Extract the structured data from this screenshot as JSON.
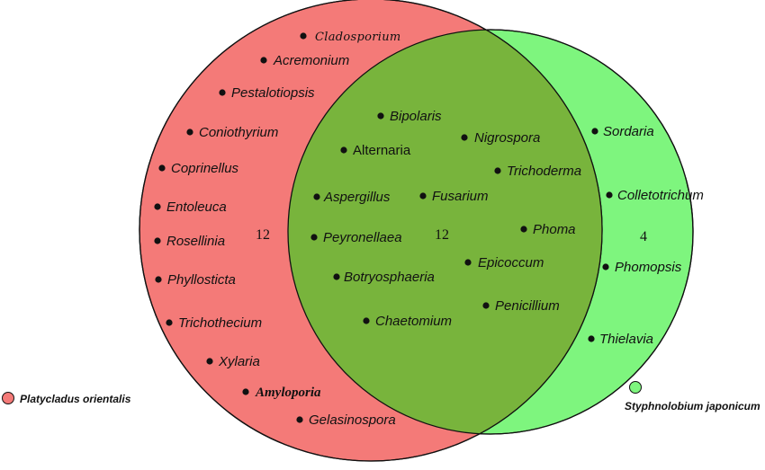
{
  "sets": {
    "left": {
      "name": "Platycladus orientalis",
      "color": "#f47a78",
      "count": "12",
      "genera": [
        "Cladosporium",
        "Acremonium",
        "Pestalotiopsis",
        "Coniothyrium",
        "Coprinellus",
        "Entoleuca",
        "Rosellinia",
        "Phyllosticta",
        "Trichothecium",
        "Xylaria",
        "Amyloporia",
        "Gelasinospora"
      ]
    },
    "right": {
      "name": "Styphnolobium japonicum",
      "color": "#7ef57e",
      "count": "4",
      "genera": [
        "Sordaria",
        "Colletotrichum",
        "Phomopsis",
        "Thielavia"
      ]
    },
    "overlap": {
      "color": "#78b43c",
      "count": "12",
      "genera": [
        "Bipolaris",
        "Nigrospora",
        "Alternaria",
        "Trichoderma",
        "Aspergillus",
        "Fusarium",
        "Peyronellaea",
        "Phoma",
        "Epicoccum",
        "Botryosphaeria",
        "Penicillium",
        "Chaetomium"
      ]
    }
  }
}
